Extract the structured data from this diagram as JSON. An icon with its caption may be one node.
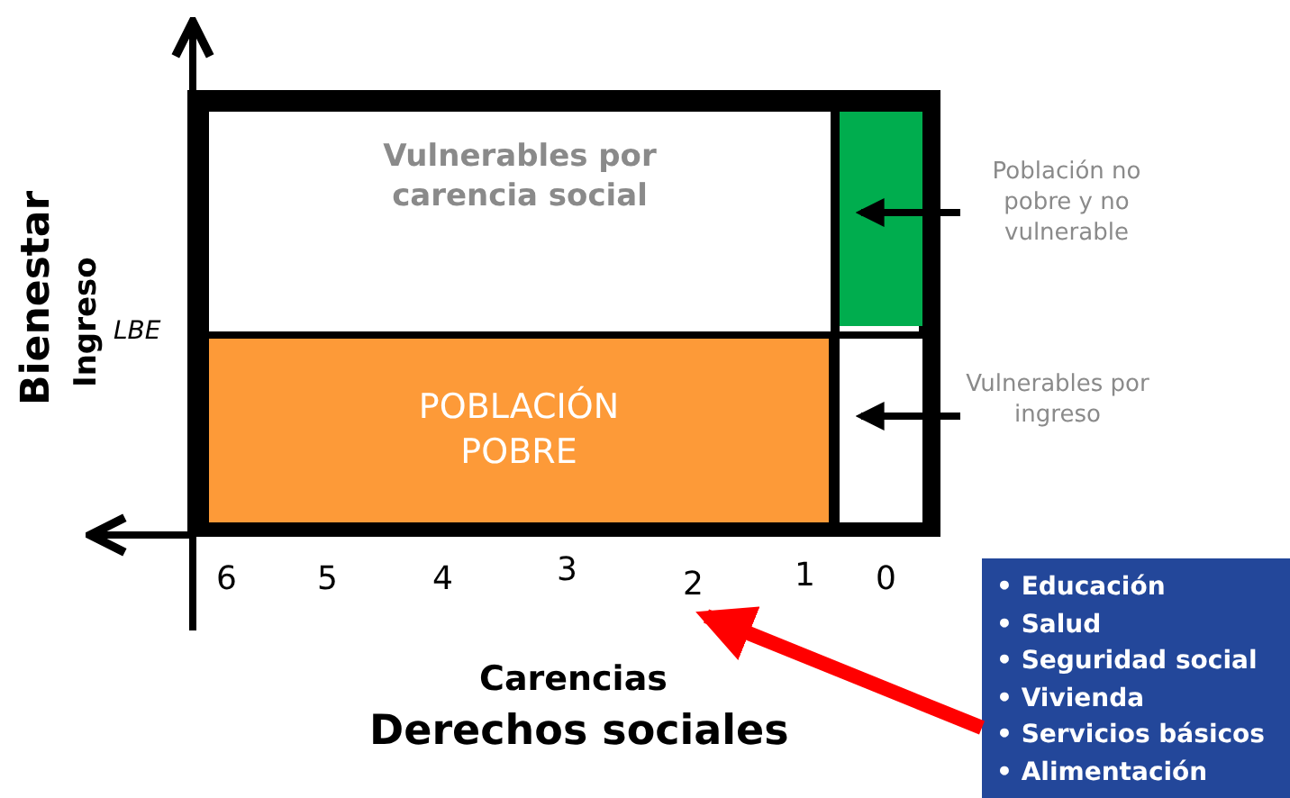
{
  "diagram": {
    "nodes": [
      {
        "text": [
          "Vulnerables por carencia social"
        ]
      },
      {
        "text": [],
        "shape": "box"
      },
      {
        "text": [
          "POBLACIÓN POBRE"
        ]
      },
      {
        "text": [],
        "shape": "box"
      },
      {
        "text": [
          "Población no pobre y no vulnerable"
        ]
      },
      {
        "text": [
          "Vulnerables por ingreso"
        ]
      },
      {
        "text": [
          "• Educación",
          "• Salud",
          "• Seguridad social",
          "• Vivienda",
          "• Servicios básicos",
          "• Alimentación"
        ]
      },
      {
        "text": [
          "2"
        ]
      }
    ],
    "edges": [
      {
        "from": 4,
        "to": 1,
        "arrow": "to"
      },
      {
        "from": 5,
        "to": 3,
        "arrow": "to"
      },
      {
        "from": 6,
        "to": 7,
        "arrow": "to",
        "style": "thick",
        "color": "#ff0000"
      }
    ],
    "labels": [
      "Bienestar",
      "Ingreso",
      "LBE",
      "6",
      "5",
      "4",
      "3",
      "1",
      "0",
      "Carencias",
      "Derechos sociales"
    ]
  }
}
